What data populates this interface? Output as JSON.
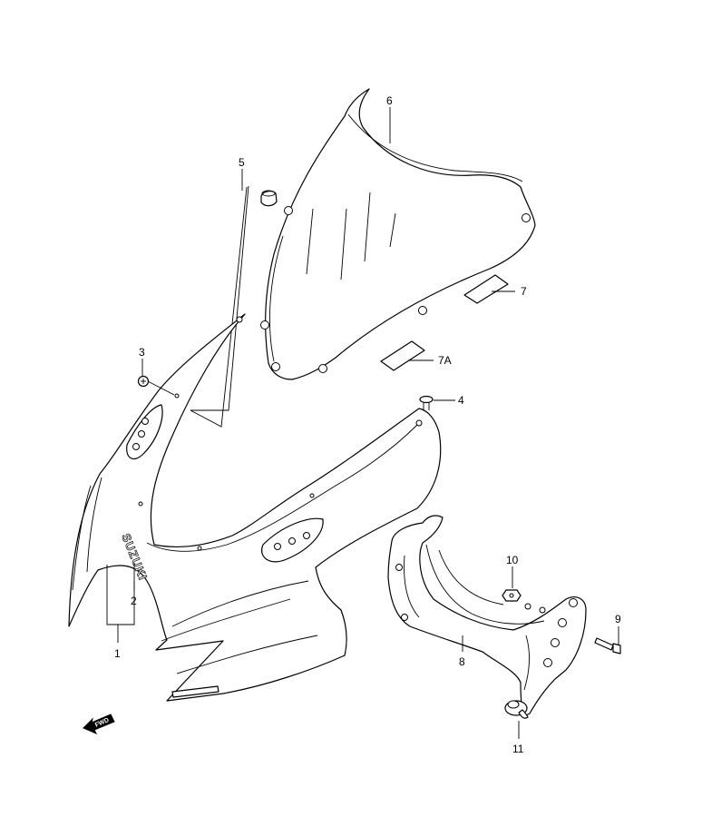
{
  "callouts": [
    {
      "id": "c1",
      "text": "1"
    },
    {
      "id": "c2",
      "text": "2"
    },
    {
      "id": "c3",
      "text": "3"
    },
    {
      "id": "c4",
      "text": "4"
    },
    {
      "id": "c5",
      "text": "5"
    },
    {
      "id": "c6",
      "text": "6"
    },
    {
      "id": "c7",
      "text": "7"
    },
    {
      "id": "c7a",
      "text": "7A"
    },
    {
      "id": "c8",
      "text": "8"
    },
    {
      "id": "c9",
      "text": "9"
    },
    {
      "id": "c10",
      "text": "10"
    },
    {
      "id": "c11",
      "text": "11"
    }
  ],
  "decal_text": "SUZUKI",
  "fwd_arrow_text": "FWD"
}
